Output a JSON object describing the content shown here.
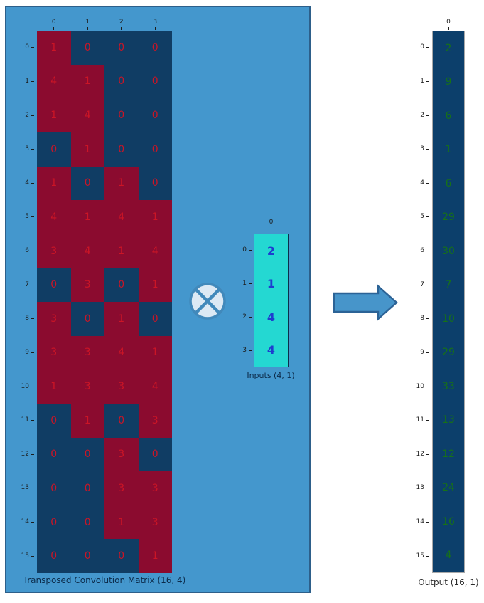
{
  "labels": {
    "matrix": "Transposed Convolution Matrix (16, 4)",
    "inputs": "Inputs (4, 1)",
    "output": "Output (16, 1)"
  },
  "operator": {
    "name": "circled-times",
    "symbol": "⊗"
  },
  "matrix": {
    "col_ticks": [
      "0",
      "1",
      "2",
      "3"
    ],
    "row_ticks": [
      "0",
      "1",
      "2",
      "3",
      "4",
      "5",
      "6",
      "7",
      "8",
      "9",
      "10",
      "11",
      "12",
      "13",
      "14",
      "15"
    ],
    "values": [
      [
        1,
        0,
        0,
        0
      ],
      [
        4,
        1,
        0,
        0
      ],
      [
        1,
        4,
        0,
        0
      ],
      [
        0,
        1,
        0,
        0
      ],
      [
        1,
        0,
        1,
        0
      ],
      [
        4,
        1,
        4,
        1
      ],
      [
        3,
        4,
        1,
        4
      ],
      [
        0,
        3,
        0,
        1
      ],
      [
        3,
        0,
        1,
        0
      ],
      [
        3,
        3,
        4,
        1
      ],
      [
        1,
        3,
        3,
        4
      ],
      [
        0,
        1,
        0,
        3
      ],
      [
        0,
        0,
        3,
        0
      ],
      [
        0,
        0,
        3,
        3
      ],
      [
        0,
        0,
        1,
        3
      ],
      [
        0,
        0,
        0,
        1
      ]
    ]
  },
  "inputs": {
    "col_ticks": [
      "0"
    ],
    "row_ticks": [
      "0",
      "1",
      "2",
      "3"
    ],
    "values": [
      2,
      1,
      4,
      4
    ]
  },
  "output": {
    "col_ticks": [
      "0"
    ],
    "row_ticks": [
      "0",
      "1",
      "2",
      "3",
      "4",
      "5",
      "6",
      "7",
      "8",
      "9",
      "10",
      "11",
      "12",
      "13",
      "14",
      "15"
    ],
    "values": [
      2,
      9,
      6,
      1,
      6,
      29,
      30,
      7,
      10,
      29,
      33,
      13,
      12,
      24,
      16,
      4
    ]
  },
  "colors": {
    "panel_bg": "#4497cd",
    "panel_border": "#2d5f8a",
    "cell_zero_bg": "#103d64",
    "cell_nonzero_bg": "#8b0b2f",
    "matrix_value_text": "#cb1526",
    "inputs_bg": "#24d8d2",
    "inputs_value_text": "#1e3ecf",
    "inputs_border": "#0b2f4a",
    "output_bg": "#0c3f6b",
    "output_value_text": "#177118",
    "output_border": "#a9a9a9",
    "arrow_fill": "#4795ca",
    "arrow_stroke": "#2c6396",
    "operator_fill": "#dce9f4",
    "operator_stroke": "#4189bb",
    "tick_text": "#1c1c1c",
    "panel_label_text": "#0c2b4a",
    "output_label_text": "#2b2b2b"
  }
}
